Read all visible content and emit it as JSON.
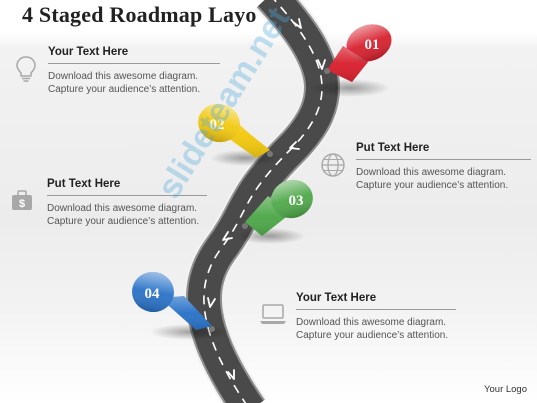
{
  "title": "4 Staged Roadmap Layo",
  "blocks": [
    {
      "heading": "Your Text Here",
      "lines": [
        "Download this awesome diagram.",
        "Capture your audience’s attention."
      ],
      "icon": "lightbulb-icon"
    },
    {
      "heading": "Put Text Here",
      "lines": [
        "Download this awesome diagram.",
        "Capture your audience’s attention."
      ],
      "icon": "globe-icon"
    },
    {
      "heading": "Put Text Here",
      "lines": [
        "Download this awesome diagram.",
        "Capture your audience’s attention."
      ],
      "icon": "money-bag-icon"
    },
    {
      "heading": "Your Text Here",
      "lines": [
        "Download this awesome diagram.",
        "Capture your audience’s attention."
      ],
      "icon": "laptop-icon"
    }
  ],
  "pins": [
    {
      "number": "01",
      "color": "#d8202e"
    },
    {
      "number": "02",
      "color": "#f2c80f"
    },
    {
      "number": "03",
      "color": "#4fa84a"
    },
    {
      "number": "04",
      "color": "#2a73c8"
    }
  ],
  "watermark": "slideteam.net",
  "logo": "Your Logo"
}
